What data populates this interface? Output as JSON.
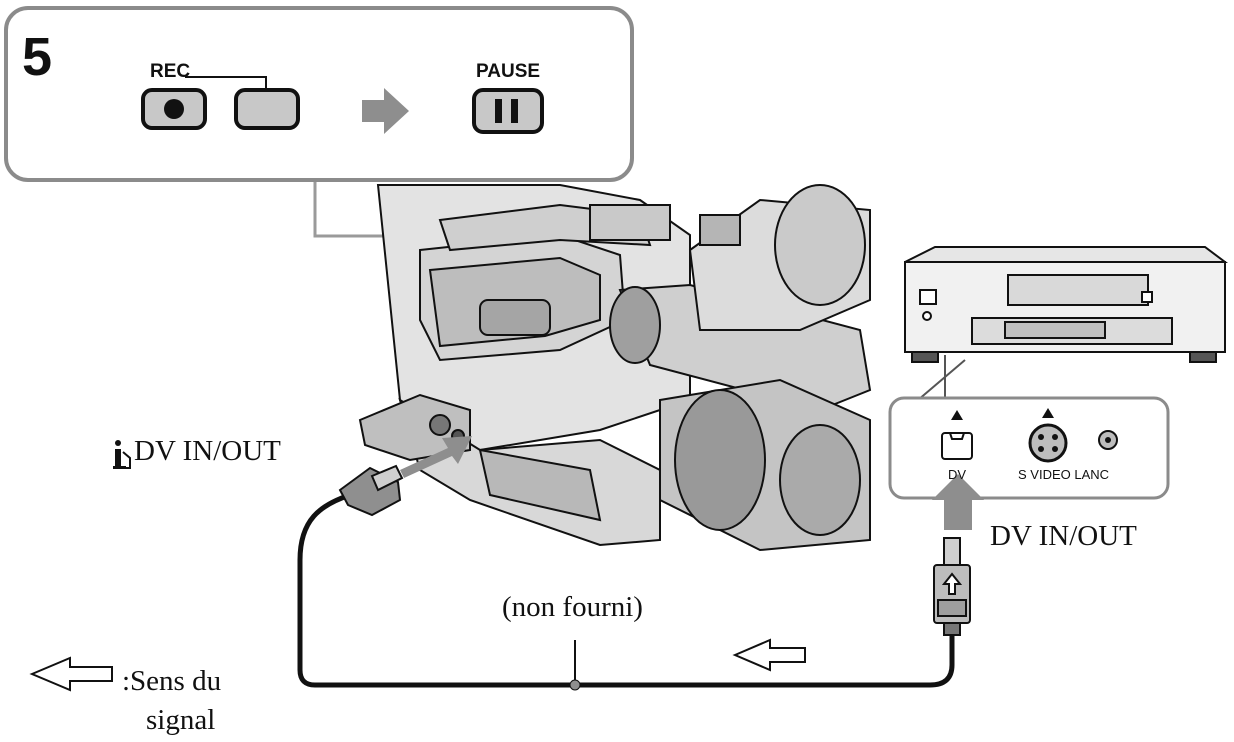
{
  "step": {
    "number": "5",
    "rec_label": "REC",
    "pause_label": "PAUSE"
  },
  "labels": {
    "camera_port": "DV IN/OUT",
    "vcr_port": "DV IN/OUT",
    "cable_note": "(non fourni)",
    "legend_text_line1": ":Sens du",
    "legend_text_line2": "signal",
    "vcr_dv": "DV",
    "vcr_svideo_lanc": "S VIDEO LANC"
  },
  "icons": {
    "camera_port_icon": "i-link-icon",
    "signal_arrow": "hollow-arrow-left-icon"
  }
}
